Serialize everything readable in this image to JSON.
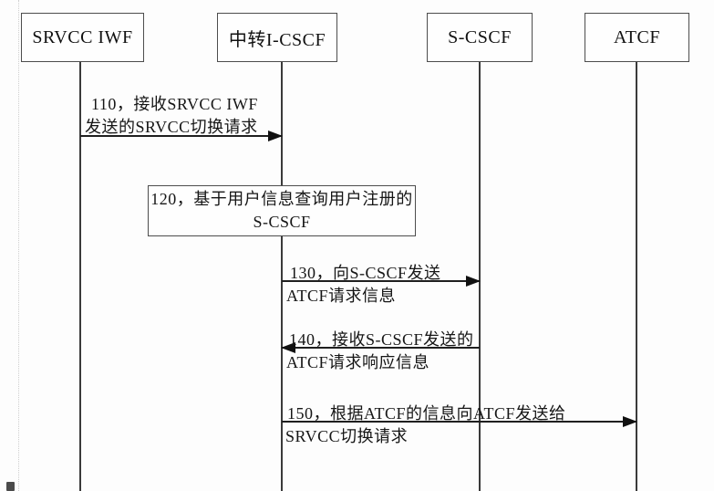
{
  "diagram": {
    "title": "SRVCC handover signaling sequence diagram",
    "colors": {
      "background": "#fdfdfd",
      "line": "#3a3a3a",
      "text": "#161616"
    },
    "actors": [
      {
        "label": "SRVCC IWF"
      },
      {
        "label": "中转I-CSCF"
      },
      {
        "label": "S-CSCF"
      },
      {
        "label": "ATCF"
      }
    ],
    "messages": {
      "m110": {
        "line1": "110，接收SRVCC IWF",
        "line2": "发送的SRVCC切换请求",
        "from": "SRVCC IWF",
        "to": "中转I-CSCF",
        "direction": "right"
      },
      "m120": {
        "line1": "120，基于用户信息查询用户注册的",
        "line2": "S-CSCF",
        "type": "process-box",
        "on": "中转I-CSCF"
      },
      "m130": {
        "line1": "130，向S-CSCF发送",
        "line2": "ATCF请求信息",
        "from": "中转I-CSCF",
        "to": "S-CSCF",
        "direction": "right"
      },
      "m140": {
        "line1": "140，接收S-CSCF发送的",
        "line2": "ATCF请求响应信息",
        "from": "S-CSCF",
        "to": "中转I-CSCF",
        "direction": "left"
      },
      "m150": {
        "line1": "150，根据ATCF的信息向ATCF发送给",
        "line2": "SRVCC切换请求",
        "from": "中转I-CSCF",
        "to": "ATCF",
        "direction": "right"
      }
    }
  }
}
